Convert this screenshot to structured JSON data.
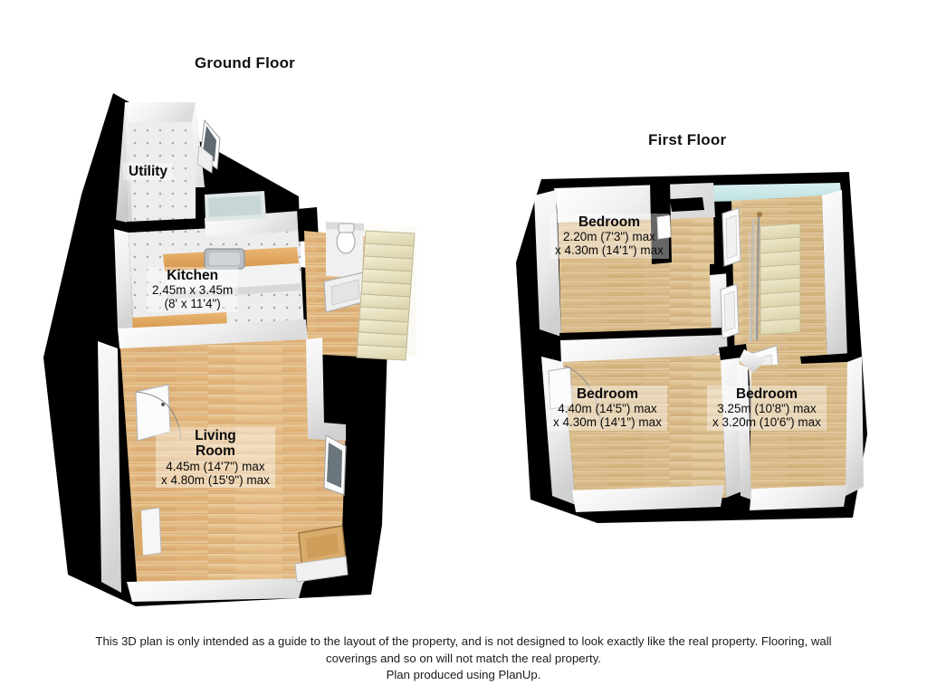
{
  "floors": [
    {
      "id": "ground",
      "title": "Ground Floor",
      "rooms": [
        {
          "name": "Utility",
          "dim_line1": "",
          "dim_line2": ""
        },
        {
          "name": "Kitchen",
          "dim_line1": "2.45m x 3.45m",
          "dim_line2": "(8' x 11'4\")"
        },
        {
          "name": "Living",
          "name2": "Room",
          "dim_line1": "4.45m (14'7\") max",
          "dim_line2": "x 4.80m (15'9\") max"
        }
      ]
    },
    {
      "id": "first",
      "title": "First Floor",
      "rooms": [
        {
          "name": "Bedroom",
          "dim_line1": "2.20m (7'3\") max",
          "dim_line2": "x 4.30m (14'1\") max"
        },
        {
          "name": "Bedroom",
          "dim_line1": "4.40m (14'5\") max",
          "dim_line2": "x 4.30m (14'1\") max"
        },
        {
          "name": "Bedroom",
          "dim_line1": "3.25m (10'8\") max",
          "dim_line2": "x 3.20m (10'6\") max"
        }
      ]
    }
  ],
  "footer": {
    "line1": "This 3D plan is only intended as a guide to the layout of the property, and is not designed to look exactly like the real property. Flooring, wall",
    "line2": "coverings and so on will not match the real property.",
    "line3": "Plan produced using PlanUp."
  },
  "colors": {
    "wall_outline": "#000000",
    "wall_face": "#f2f2f2",
    "floor_wood_warm": "#e2b983",
    "floor_wood_light": "#dcc095",
    "floor_tile": "#e8e8e8",
    "stair_tread": "#e8e2c4",
    "counter_wood": "#e0a85c",
    "text": "#111111"
  }
}
